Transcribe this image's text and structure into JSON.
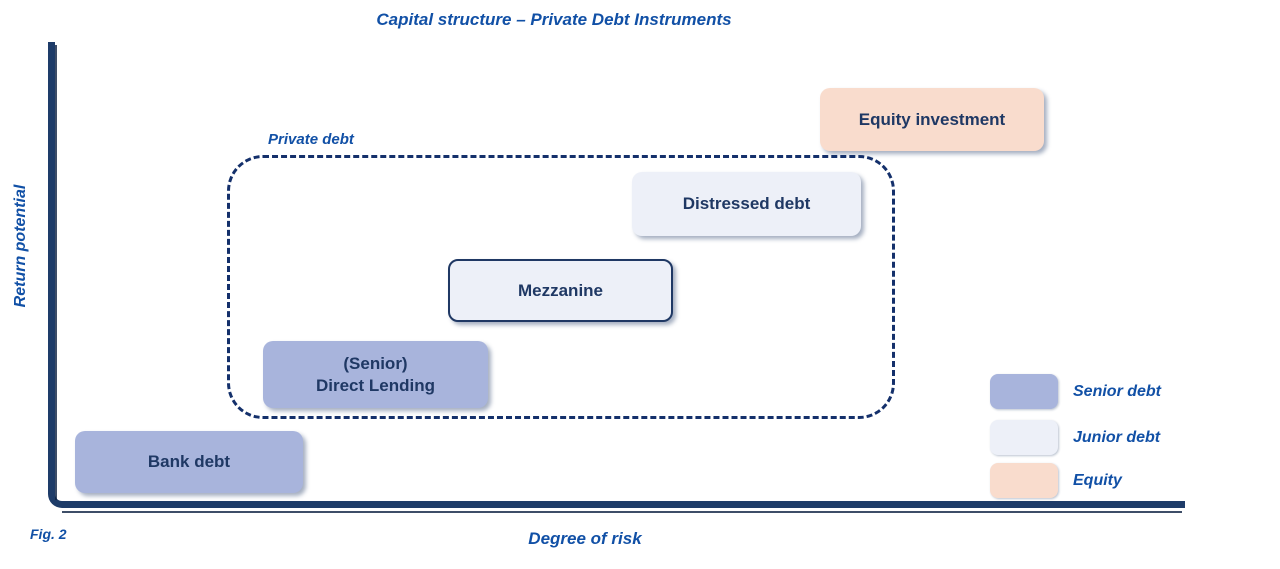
{
  "figure": {
    "title": "Capital structure – Private Debt Instruments",
    "fig_label": "Fig. 2"
  },
  "axes": {
    "y_label": "Return potential",
    "x_label": "Degree of risk"
  },
  "private_debt_group": {
    "label": "Private debt"
  },
  "boxes": {
    "bank_debt": {
      "label": "Bank debt",
      "category": "senior"
    },
    "direct_lending": {
      "line1": "(Senior)",
      "line2": "Direct Lending",
      "category": "senior"
    },
    "mezzanine": {
      "label": "Mezzanine",
      "category": "junior"
    },
    "distressed_debt": {
      "label": "Distressed debt",
      "category": "junior"
    },
    "equity_investment": {
      "label": "Equity investment",
      "category": "equity"
    }
  },
  "legend": {
    "items": [
      {
        "label": "Senior debt",
        "color": "#A8B4DC"
      },
      {
        "label": "Junior debt",
        "color": "#EDF0F8"
      },
      {
        "label": "Equity",
        "color": "#F9DCCD"
      }
    ]
  },
  "colors": {
    "axis": "#1E3C69",
    "dashed_outline": "#14306B",
    "italic_label_text": "#1150A6",
    "box_text": "#1F3864",
    "senior_fill": "#A8B4DC",
    "junior_fill": "#EDF0F8",
    "equity_fill": "#F9DCCD",
    "mezzanine_border": "#1F3864",
    "background": "#FFFFFF"
  }
}
